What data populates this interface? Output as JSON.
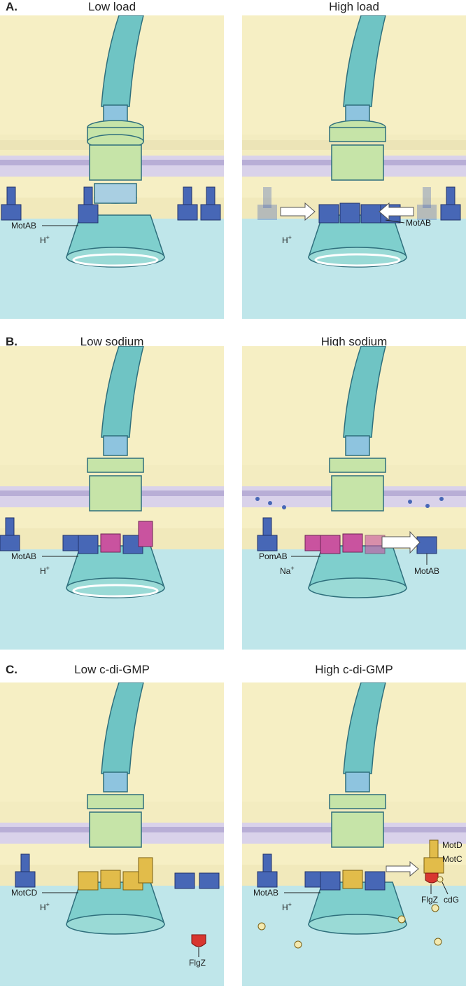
{
  "rows": [
    {
      "letter": "A.",
      "panels": [
        {
          "title": "Low load",
          "labels": {
            "stator": "MotAB",
            "ion": "H",
            "ion_sup": "+"
          }
        },
        {
          "title": "High load",
          "labels": {
            "stator": "MotAB",
            "ion": "H",
            "ion_sup": "+"
          }
        }
      ]
    },
    {
      "letter": "B.",
      "panels": [
        {
          "title": "Low sodium",
          "labels": {
            "stator": "MotAB",
            "ion": "H",
            "ion_sup": "+"
          }
        },
        {
          "title": "High sodium",
          "labels": {
            "stator": "PomAB",
            "ion": "Na",
            "ion_sup": "+",
            "stator2": "MotAB"
          }
        }
      ]
    },
    {
      "letter": "C.",
      "panels": [
        {
          "title": "Low c-di-GMP",
          "labels": {
            "stator": "MotCD",
            "ion": "H",
            "ion_sup": "+",
            "effector": "FlgZ"
          }
        },
        {
          "title": "High c-di-GMP",
          "labels": {
            "stator": "MotAB",
            "ion": "H",
            "ion_sup": "+",
            "motd": "MotD",
            "motc": "MotC",
            "effector": "FlgZ",
            "ligand": "cdG"
          }
        }
      ]
    }
  ],
  "colors": {
    "outer_membrane": "#f6efc4",
    "peptidoglycan": "#d9d2ea",
    "cytoplasm": "#bfe6ea",
    "flagellum": "#6fc4c4",
    "hook": "#8ec4df",
    "l_p_ring": "#c6e4a8",
    "motab": "#4767b6",
    "pomab": "#c9539f",
    "motcd": "#e2bc4a",
    "flgz": "#d8362f",
    "c_ring": "#7fcfcd"
  }
}
